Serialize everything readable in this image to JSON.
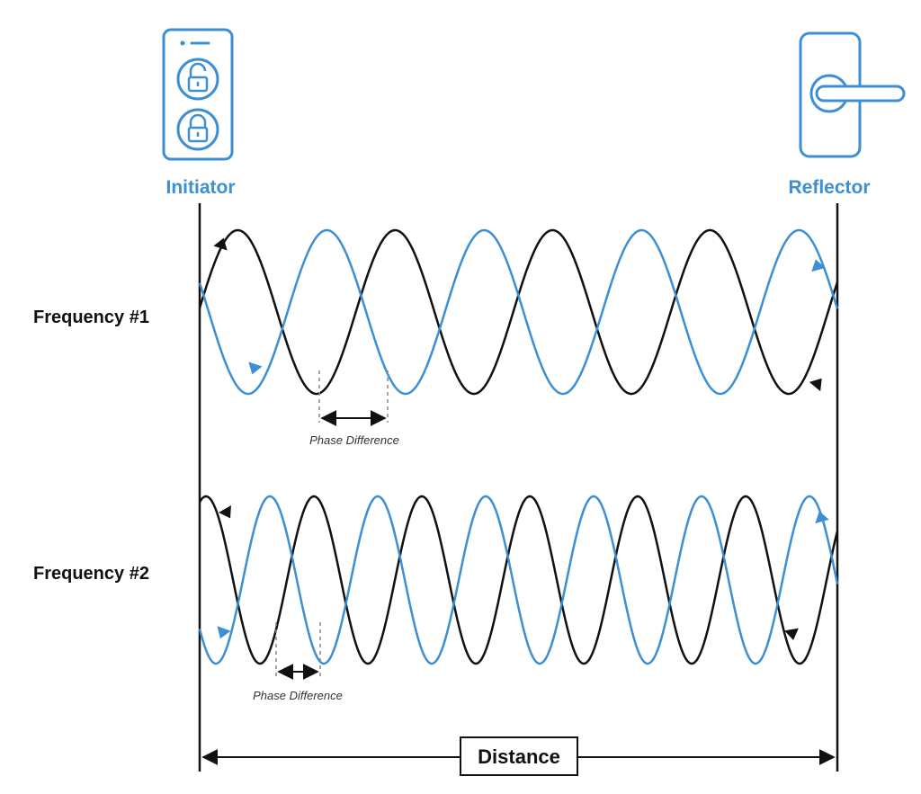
{
  "diagram": {
    "initiator_label": "Initiator",
    "reflector_label": "Reflector",
    "frequency_1_label": "Frequency #1",
    "frequency_2_label": "Frequency #2",
    "phase_difference_label": "Phase Difference",
    "distance_label": "Distance"
  },
  "icons": {
    "initiator": "phone-with-lock-icons",
    "reflector": "door-handle-lock-icon"
  },
  "colors": {
    "accent_blue": "#3d8fd4",
    "wave_black": "#111111"
  }
}
